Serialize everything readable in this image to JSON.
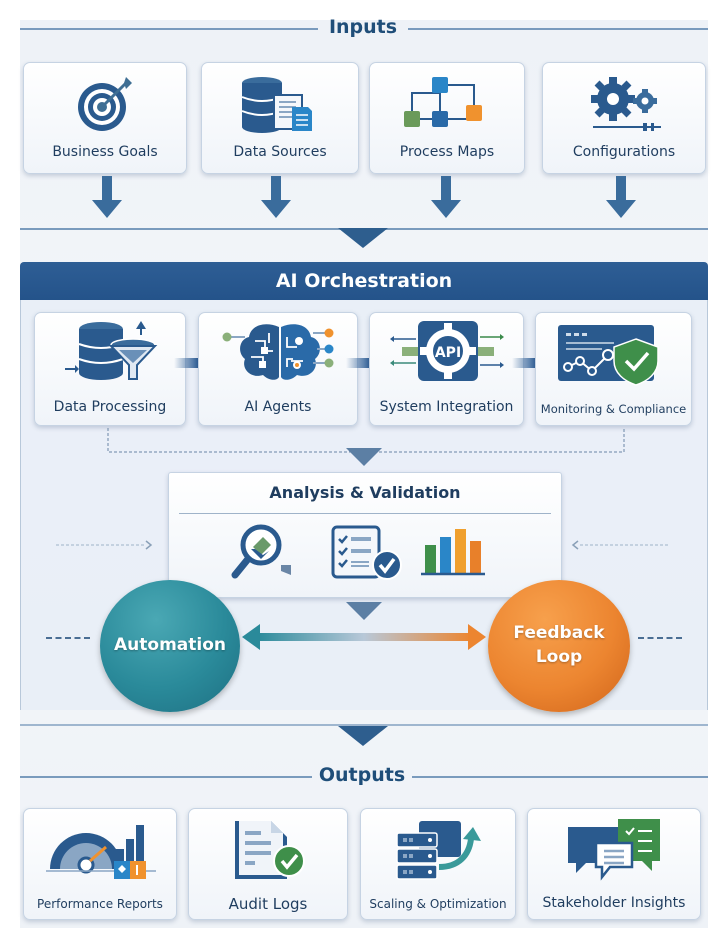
{
  "inputs": {
    "title": "Inputs",
    "items": [
      {
        "label": "Business Goals",
        "icon": "target-icon"
      },
      {
        "label": "Data Sources",
        "icon": "database-documents-icon"
      },
      {
        "label": "Process Maps",
        "icon": "flowchart-icon"
      },
      {
        "label": "Configurations",
        "icon": "gears-icon"
      }
    ]
  },
  "orchestration": {
    "title": "AI Orchestration",
    "items": [
      {
        "label": "Data Processing",
        "icon": "database-funnel-icon"
      },
      {
        "label": "AI Agents",
        "icon": "brain-circuit-icon"
      },
      {
        "label": "System Integration",
        "icon": "api-gear-icon",
        "icon_text": "API"
      },
      {
        "label": "Monitoring & Compliance",
        "icon": "monitor-shield-icon"
      }
    ]
  },
  "analysis": {
    "title": "Analysis & Validation",
    "icons": [
      "magnifier-icon",
      "checklist-icon",
      "bar-chart-icon"
    ]
  },
  "loop": {
    "automation": "Automation",
    "feedback_line1": "Feedback",
    "feedback_line2": "Loop"
  },
  "outputs": {
    "title": "Outputs",
    "items": [
      {
        "label": "Performance Reports",
        "icon": "gauge-chart-icon"
      },
      {
        "label": "Audit Logs",
        "icon": "document-check-icon"
      },
      {
        "label": "Scaling & Optimization",
        "icon": "servers-growth-icon"
      },
      {
        "label": "Stakeholder Insights",
        "icon": "chat-bubbles-icon"
      }
    ]
  },
  "colors": {
    "primary": "#24538a",
    "dark_navy": "#1f3d5f",
    "teal": "#2a8a9a",
    "orange": "#e8802a",
    "green": "#3f8f4a",
    "accent_blue": "#2a86c8"
  }
}
